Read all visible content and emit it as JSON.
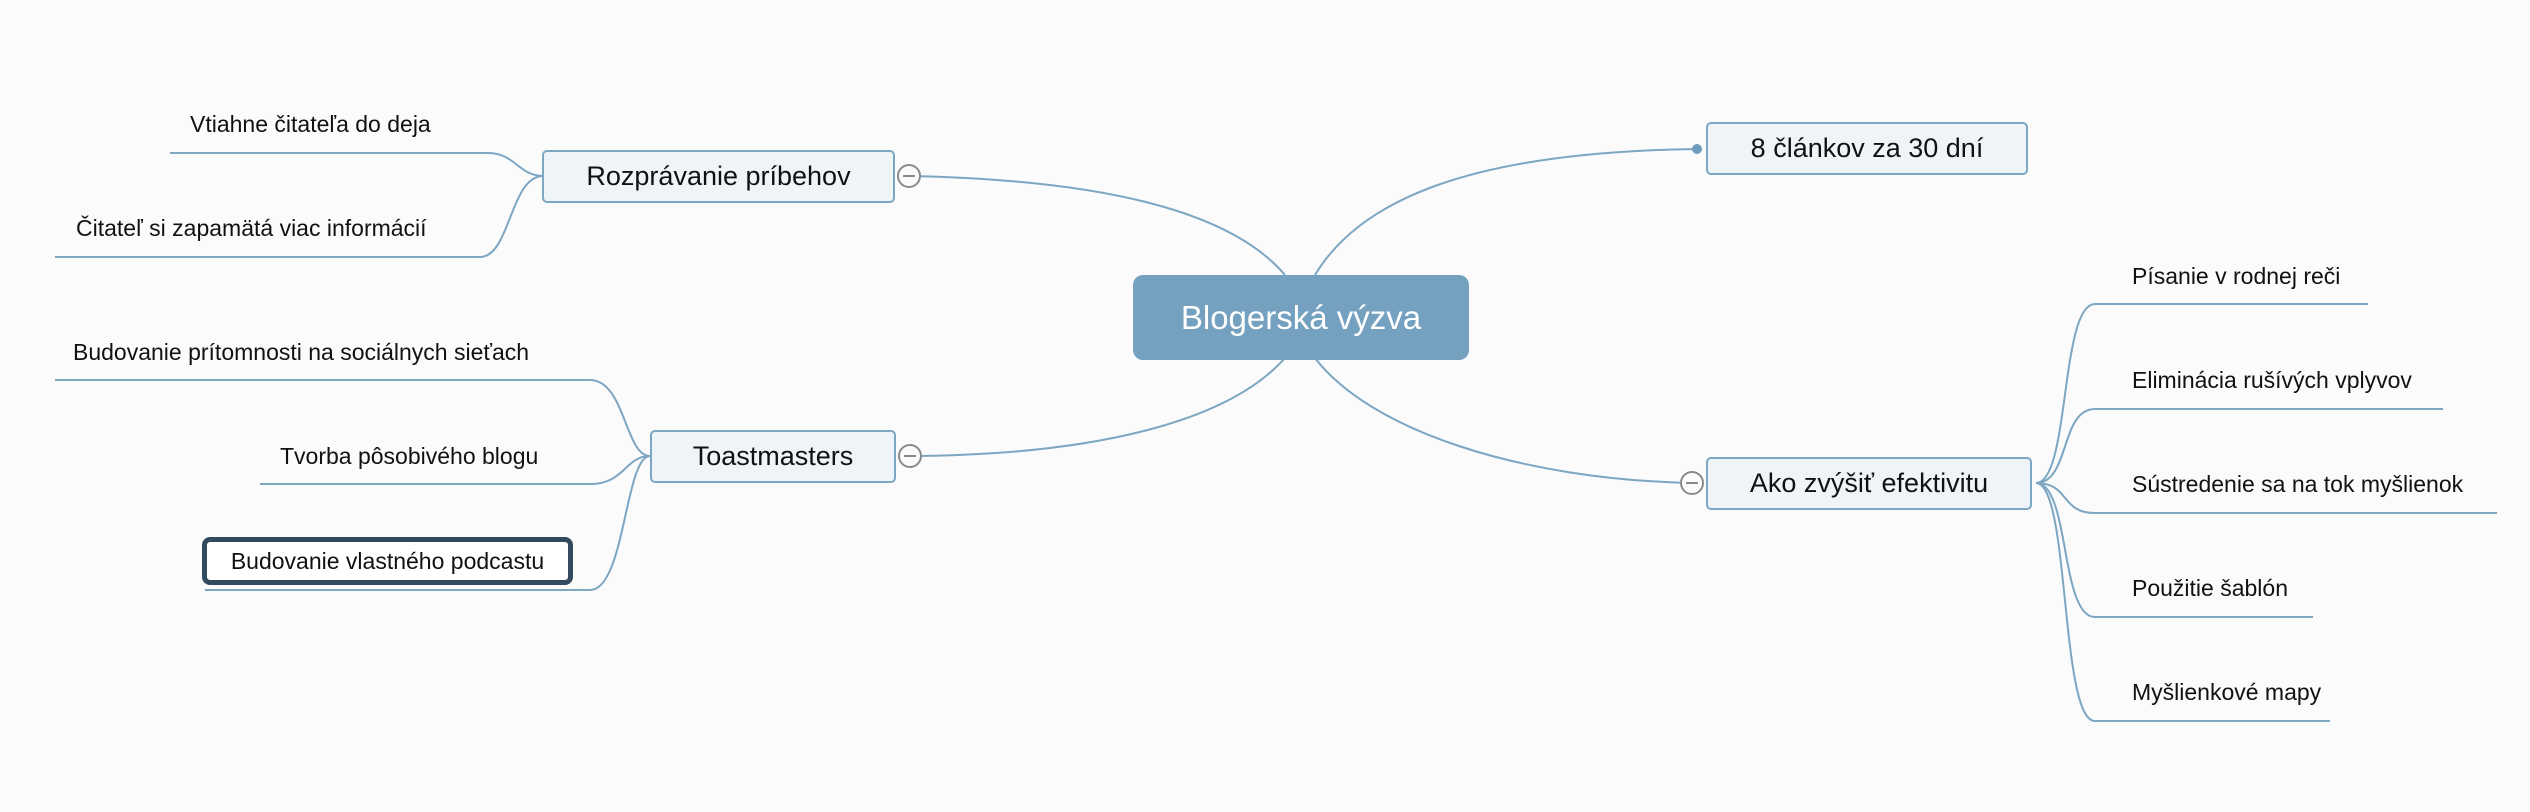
{
  "central": {
    "label": "Blogerská výzva"
  },
  "topics": {
    "storytelling": {
      "label": "Rozprávanie príbehov",
      "children": [
        "Vtiahne čitateľa do deja",
        "Čitateľ si zapamätá viac informácií"
      ]
    },
    "toastmasters": {
      "label": "Toastmasters",
      "children": [
        "Budovanie prítomnosti na sociálnych sieťach",
        "Tvorba pôsobivého blogu",
        "Budovanie vlastného podcastu"
      ]
    },
    "articles": {
      "label": "8 článkov za 30 dní"
    },
    "efficiency": {
      "label": "Ako zvýšiť efektivitu",
      "children": [
        "Písanie v rodnej reči",
        "Eliminácia rušívých vplyvov",
        "Sústredenie sa na tok myšlienok",
        "Použitie šablón",
        "Myšlienkové mapy"
      ]
    }
  },
  "colors": {
    "central": "#75a1c0",
    "connector": "#7ca6c2",
    "selected_border": "#334a5e"
  }
}
